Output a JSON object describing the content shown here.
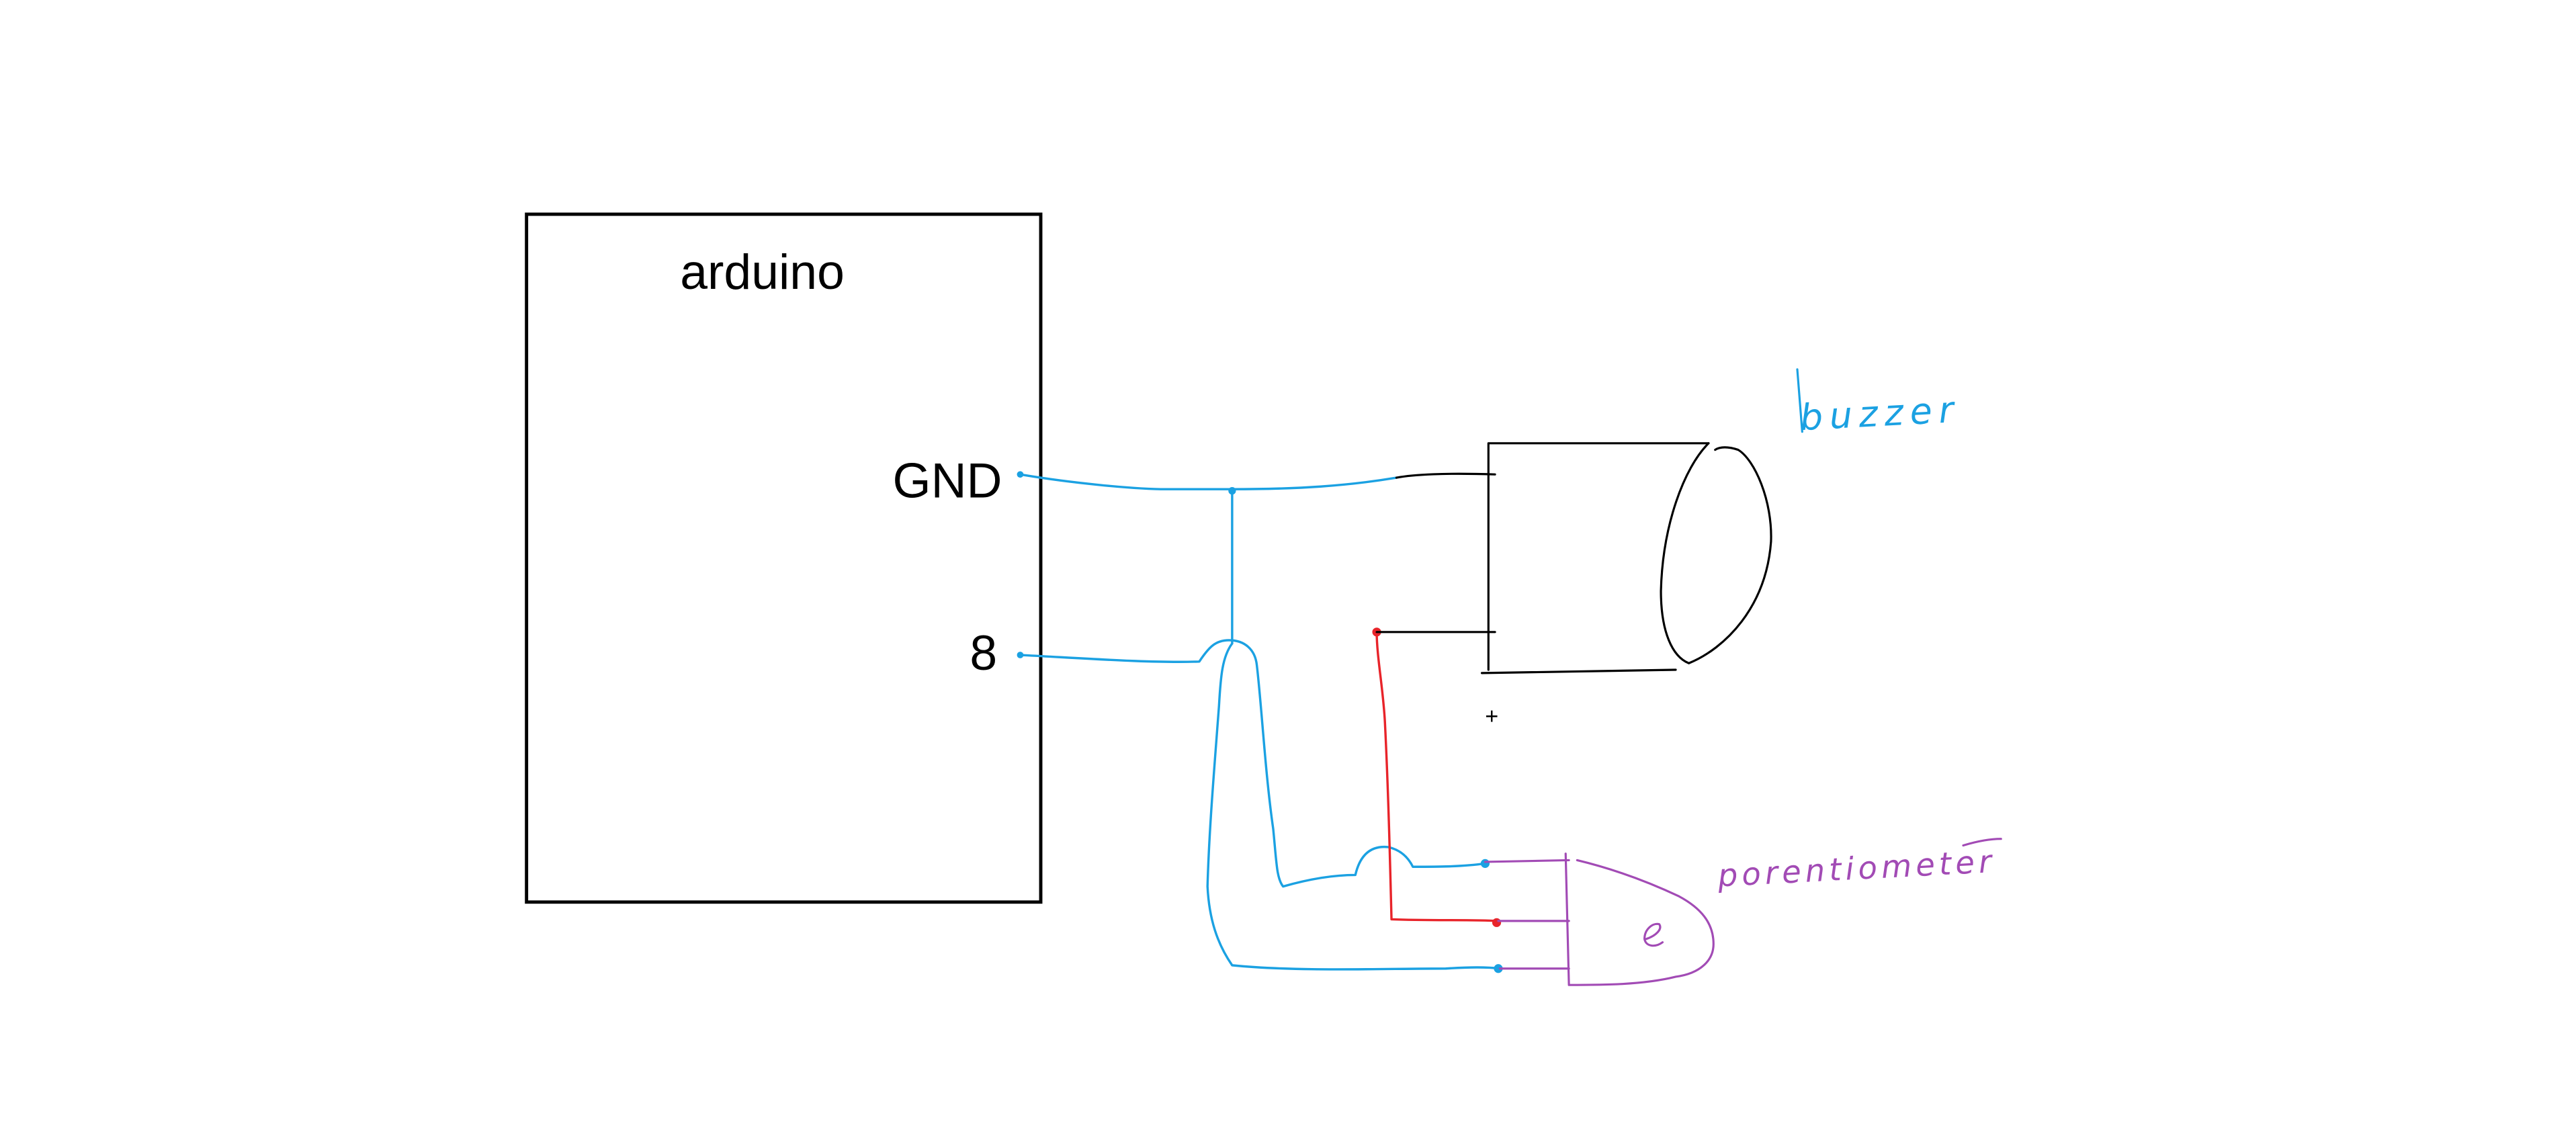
{
  "arduino": {
    "title": "arduino",
    "pin_gnd": "GND",
    "pin_8": "8"
  },
  "buzzer": {
    "label": "buzzer",
    "polarity": "+"
  },
  "potentiometer": {
    "label": "porentiometer"
  },
  "colors": {
    "background": "#ffffff",
    "outline": "#000000",
    "wire_blue": "#1ba1e2",
    "wire_red": "#e8242a",
    "potentiometer_purple": "#a24bb5"
  }
}
